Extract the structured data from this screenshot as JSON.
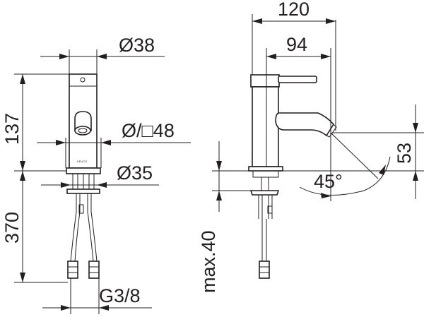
{
  "dimensions": {
    "top_diameter": "Ø38",
    "height": "137",
    "aerator": "Ø/□48",
    "base_diameter": "Ø35",
    "hose_length": "370",
    "thread": "G3/8",
    "width_total": "120",
    "lever_reach": "94",
    "spout_height": "53",
    "angle": "45°",
    "max_thickness": "max.40"
  },
  "brand_mark": "KEUCO"
}
